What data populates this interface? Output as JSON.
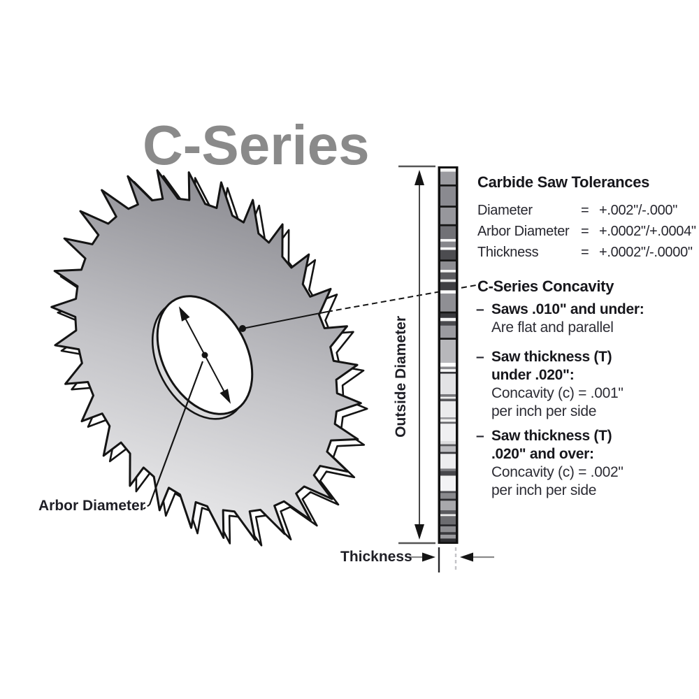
{
  "title": "C-Series",
  "diagram_labels": {
    "arbor": "Arbor Diameter",
    "outside": "Outside Diameter",
    "thickness": "Thickness"
  },
  "tolerances": {
    "heading": "Carbide Saw Tolerances",
    "rows": [
      {
        "label": "Diameter",
        "eq": "=",
        "value": "+.002\"/-.000\""
      },
      {
        "label": "Arbor Diameter",
        "eq": "=",
        "value": "+.0002\"/+.0004\""
      },
      {
        "label": "Thickness",
        "eq": "=",
        "value": "+.0002\"/-.0000\""
      }
    ]
  },
  "concavity": {
    "heading": "C-Series Concavity",
    "bullet": "–",
    "items": [
      {
        "bold_lines": [
          "Saws .010\" and under:"
        ],
        "lines": [
          "Are flat and parallel"
        ]
      },
      {
        "bold_lines": [
          "Saw thickness (T)",
          "under .020\":"
        ],
        "lines": [
          "Concavity (c) = .001\"",
          "per inch per side"
        ]
      },
      {
        "bold_lines": [
          "Saw thickness (T)",
          ".020\" and over:"
        ],
        "lines": [
          "Concavity (c) = .002\"",
          "per inch per side"
        ]
      }
    ]
  },
  "colors": {
    "title_gray": "#8a8a8a",
    "text_dark": "#1f1f26",
    "outline_black": "#141414",
    "blade_light": "#eeeeef",
    "blade_dark": "#8f8f95",
    "leader_gray": "#8a8a8a"
  }
}
